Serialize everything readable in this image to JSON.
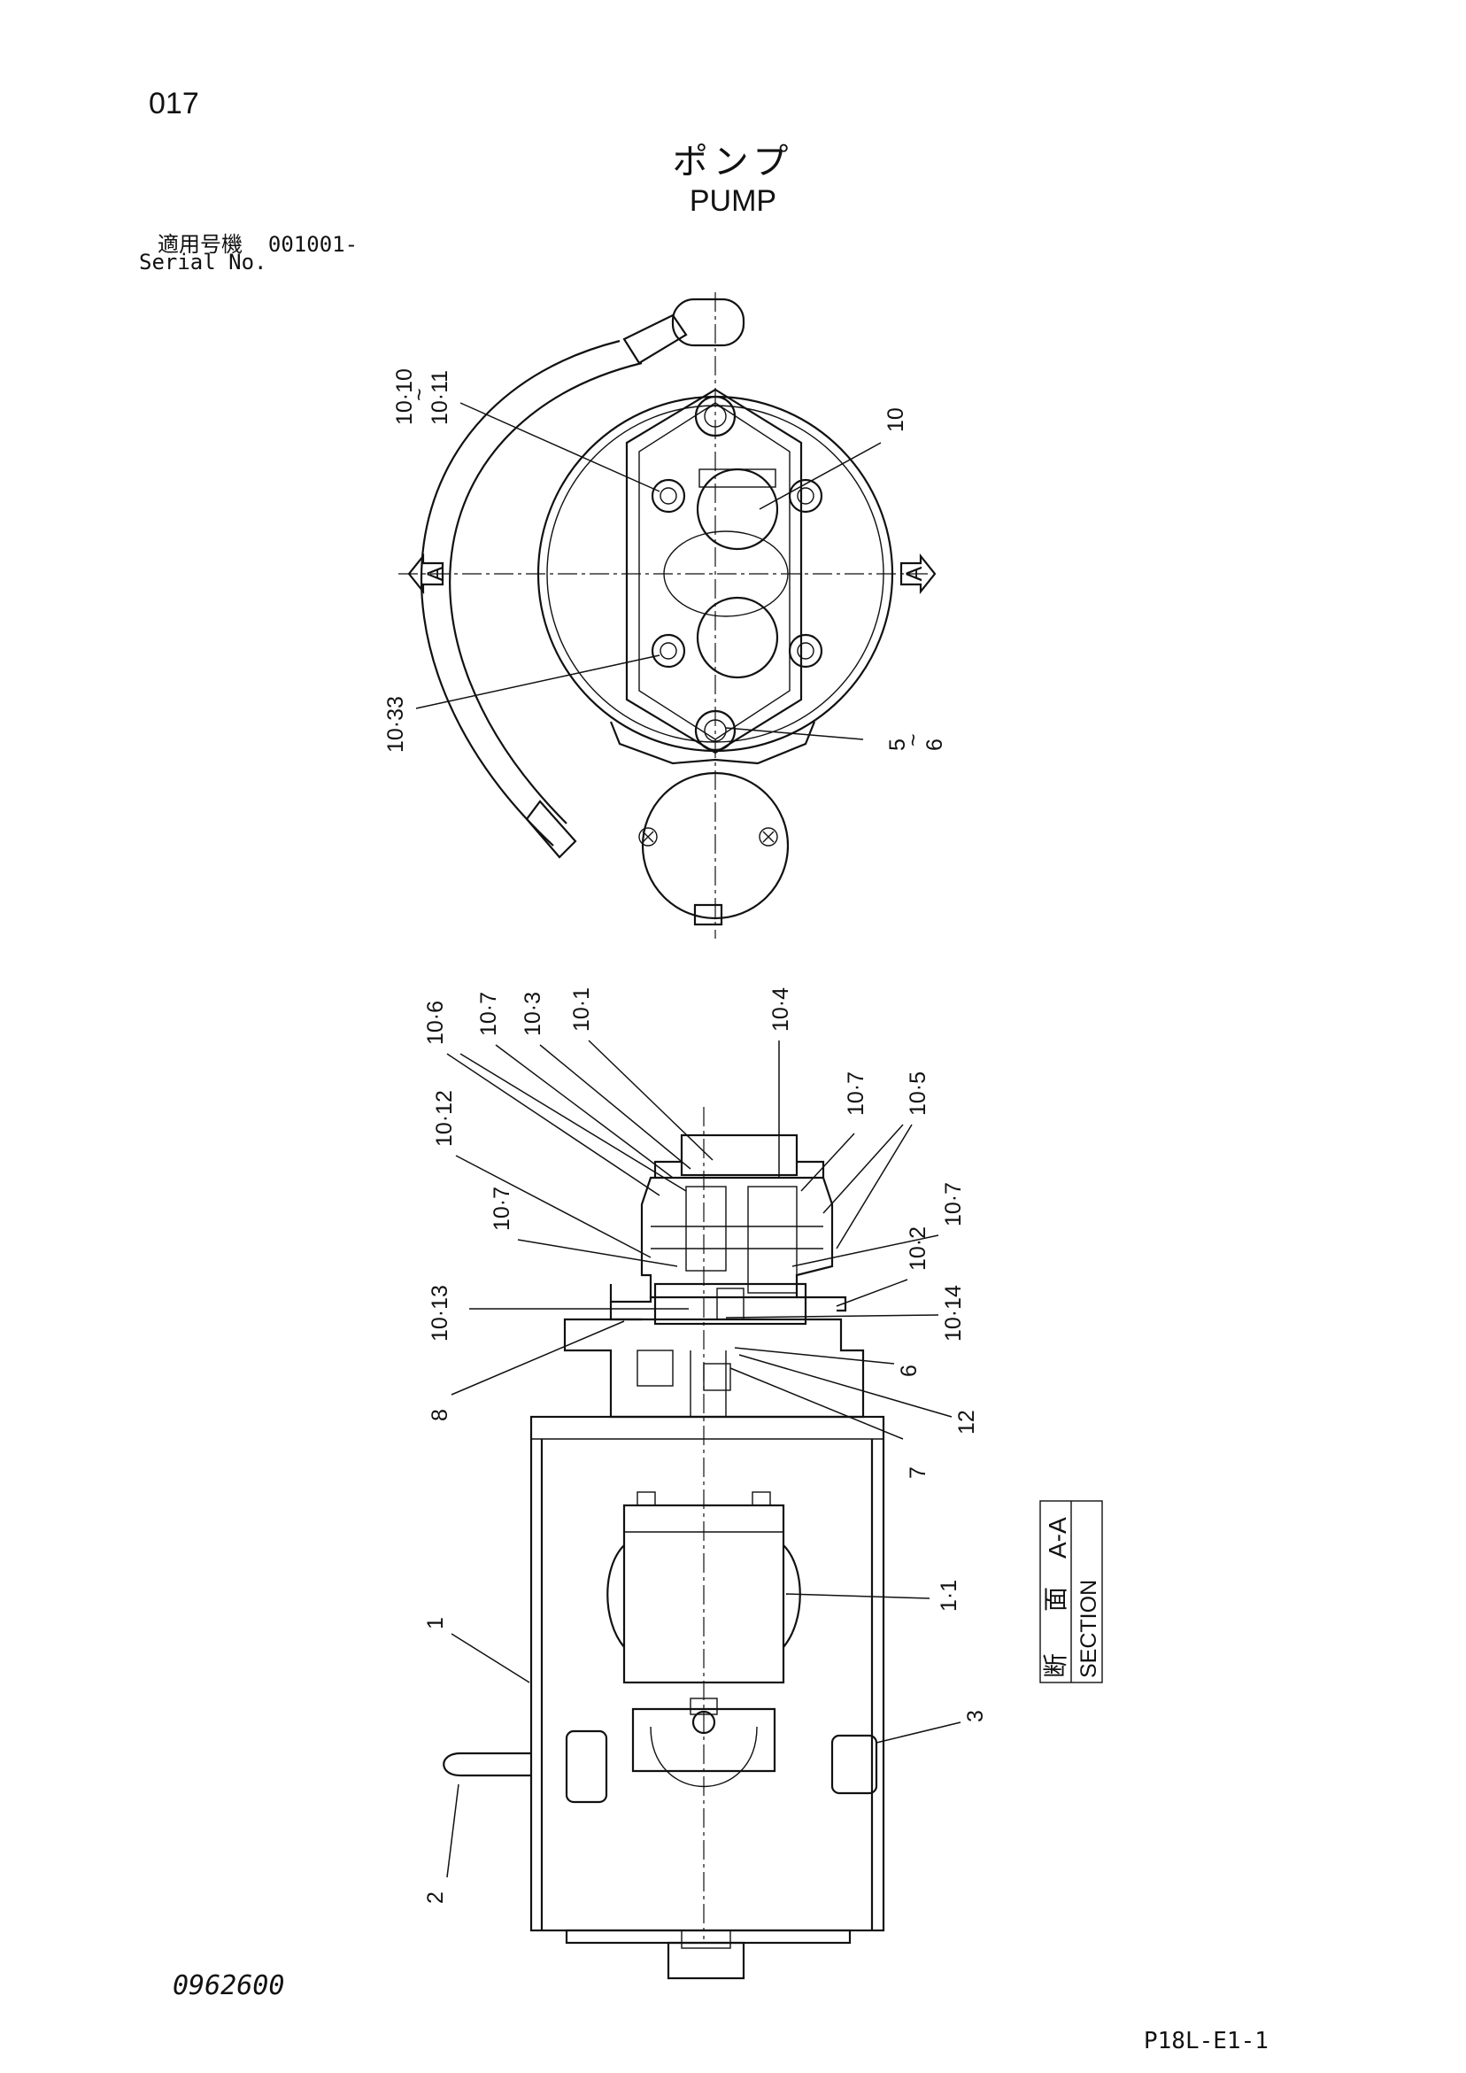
{
  "header": {
    "page_no": "017",
    "title_jp": "ポンプ",
    "title_en": "PUMP",
    "serial_label_jp": "適用号機",
    "serial_value": "001001-",
    "serial_label_en": "Serial No."
  },
  "section_mark": {
    "letter": "A",
    "sec_jp_1": "断",
    "sec_jp_2": "面",
    "sec_en": "SECTION",
    "sec_letters": "A-A"
  },
  "top_view_labels": {
    "l_10_10": "10·10",
    "l_tilde": "~",
    "l_10_11": "10·11",
    "l_10": "10",
    "l_10_33": "10·33",
    "l_5": "5",
    "l_tilde2": "~",
    "l_6": "6"
  },
  "section_labels": {
    "l_10_6": "10·6",
    "l_10_7a": "10·7",
    "l_10_3": "10·3",
    "l_10_1": "10·1",
    "l_10_4": "10·4",
    "l_10_7b": "10·7",
    "l_10_5": "10·5",
    "l_10_12": "10·12",
    "l_10_7c": "10·7",
    "l_10_7d": "10·7",
    "l_10_2": "10·2",
    "l_10_13": "10·13",
    "l_10_14": "10·14",
    "l_8": "8",
    "l_6": "6",
    "l_12": "12",
    "l_7": "7",
    "l_1_1": "1·1",
    "l_1": "1",
    "l_3": "3",
    "l_2": "2"
  },
  "footer": {
    "doc_no": "0962600",
    "sheet_id": "P18L-E1-1"
  }
}
